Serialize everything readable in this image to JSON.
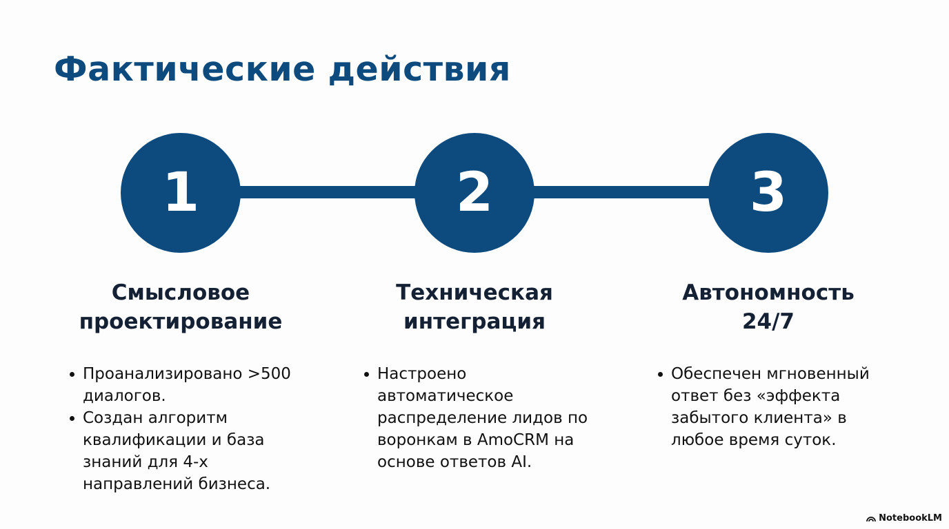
{
  "title": "Фактические действия",
  "steps": [
    {
      "number": "1",
      "heading": "Смысловое проектирование",
      "bullets": [
        "Проанализировано >500 диалогов.",
        "Создан алгоритм квалификации и база знаний для 4-х направлений бизнеса."
      ]
    },
    {
      "number": "2",
      "heading": "Техническая интеграция",
      "bullets": [
        "Настроено автоматическое распределение лидов по воронкам в AmoCRM на основе ответов AI."
      ]
    },
    {
      "number": "3",
      "heading": "Автономность 24/7",
      "bullets": [
        "Обеспечен мгновенный ответ без «эффекта забытого клиента» в любое время суток."
      ]
    }
  ],
  "brand": "NotebookLM",
  "colors": {
    "accent": "#0d4a7e"
  }
}
